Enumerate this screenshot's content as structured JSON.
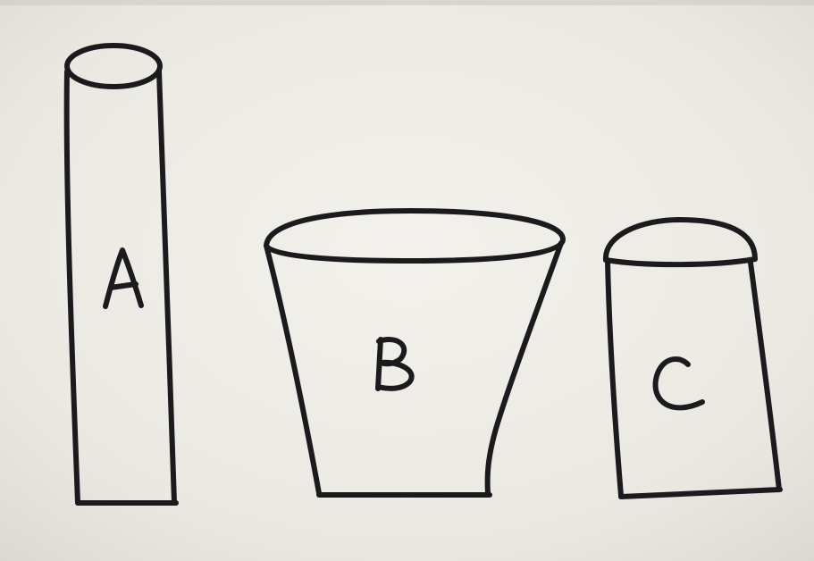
{
  "colors": {
    "paper_light": "#f2efe9",
    "paper_shade": "#d9d4cc",
    "ink": "#1b1b1d"
  },
  "containers": [
    {
      "letter": "A",
      "shape": "tall-narrow-cylinder"
    },
    {
      "letter": "B",
      "shape": "wide-tapered-bucket"
    },
    {
      "letter": "C",
      "shape": "short-cylinder"
    }
  ]
}
